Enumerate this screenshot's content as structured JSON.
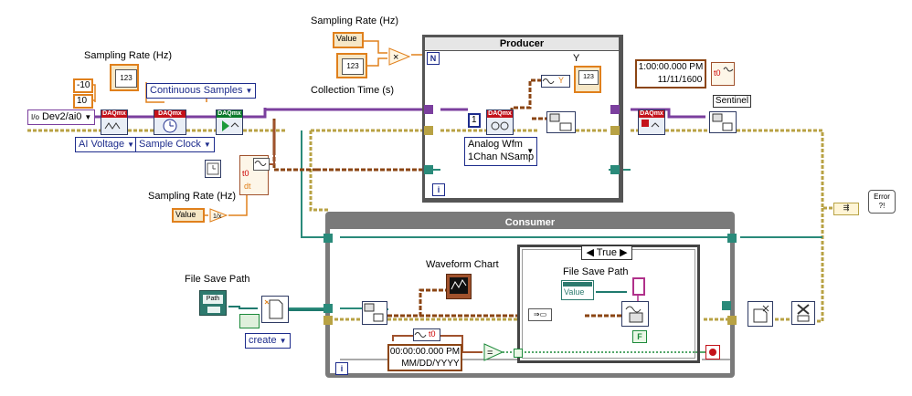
{
  "labels": {
    "sampling_rate_1": "Sampling Rate (Hz)",
    "sampling_rate_2": "Sampling Rate (Hz)",
    "sampling_rate_3": "Sampling Rate (Hz)",
    "collection_time": "Collection Time (s)",
    "file_save_path_1": "File Save Path",
    "file_save_path_2": "File Save Path",
    "waveform_chart": "Waveform Chart",
    "y_indicator": "Y"
  },
  "constants": {
    "min_val": "-10",
    "max_val": "10",
    "continuous_samples": "Continuous Samples",
    "device": "Dev2/ai0",
    "device_prefix": "I/o",
    "ai_voltage": "AI Voltage",
    "sample_clock": "Sample Clock",
    "value_1": "Value",
    "value_2": "Value",
    "value_3": "Value",
    "index_one": "1",
    "analog_wfm_line1": "Analog Wfm",
    "analog_wfm_line2": "1Chan NSamp",
    "timestamp_time": "1:00:00.000 PM",
    "timestamp_date": "11/11/1600",
    "timestamp2_time": "00:00:00.000 PM",
    "timestamp2_date": "MM/DD/YYYY",
    "sentinel": "Sentinel",
    "create": "create",
    "case_true": "True",
    "false_const": "F",
    "path": "Path",
    "t0": "t0",
    "dt": "dt",
    "multiply": "×",
    "equals": "=",
    "loop_i": "i",
    "daqmx_tag": "DAQmx",
    "error_label": "Error",
    "y_out": "Y",
    "n_terminal": "N",
    "numeric_123": "123"
  },
  "loops": {
    "producer_title": "Producer",
    "consumer_title": "Consumer"
  },
  "colors": {
    "wire_task": "#7b3f9e",
    "wire_error": "#b8a244",
    "wire_data": "#a0522d",
    "wire_queue": "#2a8a7a",
    "wire_bool": "#1c8a3a",
    "wire_numeric": "#e0801c",
    "loop_frame": "#7a7a7a",
    "daqmx_red": "#c4121a"
  }
}
